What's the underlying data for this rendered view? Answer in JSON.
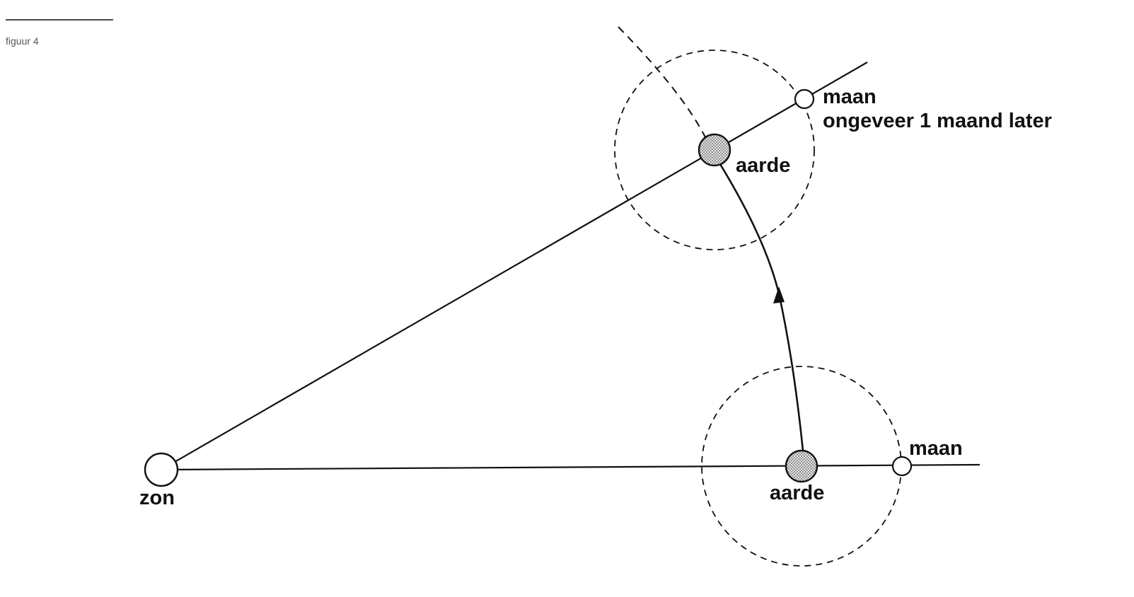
{
  "figure": {
    "caption": "figuur 4"
  },
  "labels": {
    "zon": "zon",
    "aarde_now": "aarde",
    "maan_now": "maan",
    "aarde_later": "aarde",
    "maan_later_line1": "maan",
    "maan_later_line2": "ongeveer 1 maand later"
  },
  "colors": {
    "ink": "#111111",
    "earth_fill": "#bdbdbd",
    "background": "#ffffff"
  }
}
